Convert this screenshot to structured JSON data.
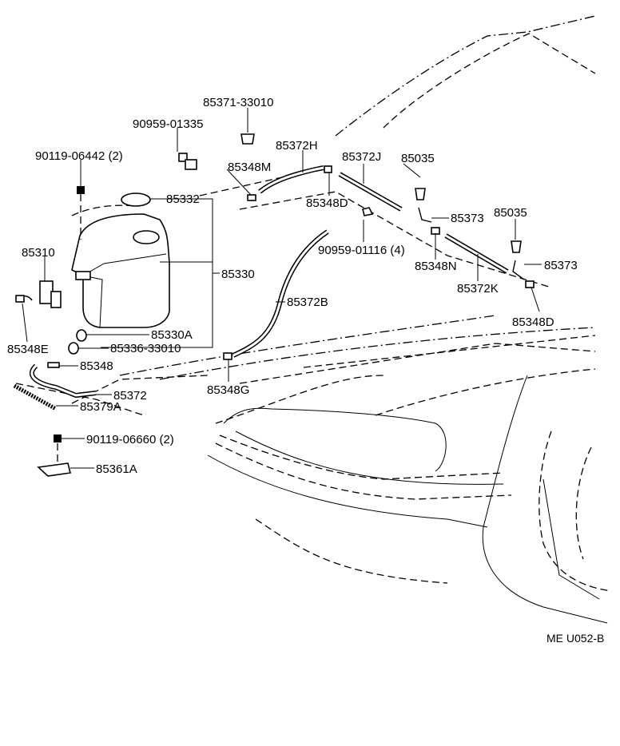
{
  "labels": {
    "p85371": "85371-33010",
    "p90959a": "90959-01335",
    "p90119a": "90119-06442 (2)",
    "p85372H": "85372H",
    "p85372J": "85372J",
    "p85035a": "85035",
    "p85348M": "85348M",
    "p85332": "85332",
    "p85348D_top": "85348D",
    "p85373a": "85373",
    "p85035b": "85035",
    "p90959b": "90959-01116 (4)",
    "p85310": "85310",
    "p85348N": "85348N",
    "p85373b": "85373",
    "p85330": "85330",
    "p85372K": "85372K",
    "p85372B": "85372B",
    "p85348D_bot": "85348D",
    "p85348E": "85348E",
    "p85330A": "85330A",
    "p85336": "85336-33010",
    "p85348": "85348",
    "p85348G": "85348G",
    "p85372": "85372",
    "p85379A": "85379A",
    "p90119b": "90119-06660 (2)",
    "p85361A": "85361A",
    "code": "ME  U052-B"
  }
}
